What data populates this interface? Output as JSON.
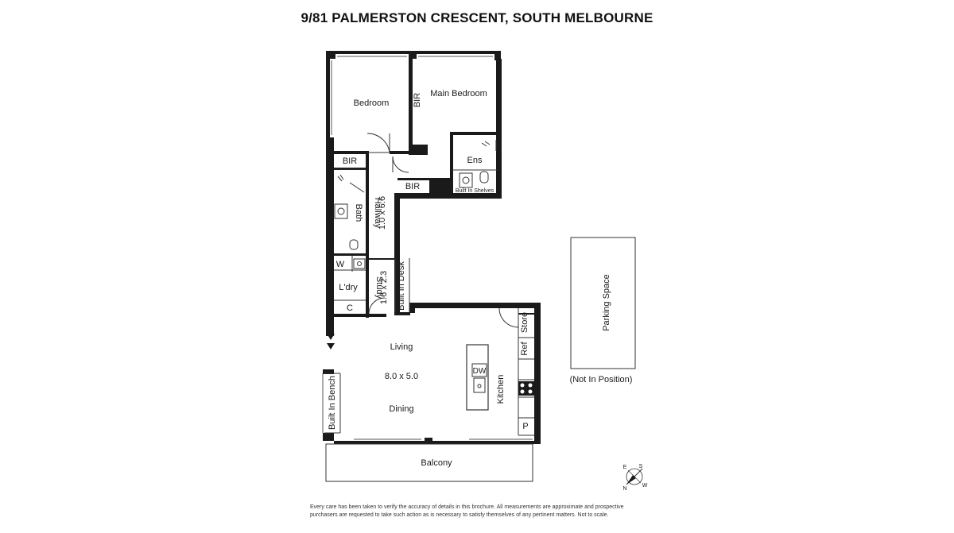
{
  "title": "9/81 PALMERSTON CRESCENT, SOUTH MELBOURNE",
  "rooms": {
    "bedroom": "Bedroom",
    "main_bedroom": "Main Bedroom",
    "bir_main": "BIR",
    "bir_bedroom": "BIR",
    "bir_hall": "BIR",
    "ens": "Ens",
    "built_in_shelves": "Built In Shelves",
    "bath": "Bath",
    "hallway": "Hallway",
    "hallway_dim": "1.0 x 6.6",
    "w": "W",
    "ldry": "L'dry",
    "c": "C",
    "study": "Study",
    "study_dim": "1.6 x 2.3",
    "built_in_desk": "Built In Desk",
    "store": "Store",
    "ref": "Ref",
    "living": "Living",
    "living_dim": "8.0 x 5.0",
    "dining": "Dining",
    "dw": "DW",
    "kitchen": "Kitchen",
    "p": "P",
    "built_in_bench": "Built In Bench",
    "balcony": "Balcony"
  },
  "parking": {
    "label": "Parking Space",
    "note": "(Not In Position)"
  },
  "compass": {
    "n": "N",
    "e": "E",
    "s": "S",
    "w": "W"
  },
  "disclaimer": {
    "line1": "Every care has been taken to verify the accuracy of details in this brochure. All measurements are approximate and prospective",
    "line2": "purchasers are requested to take such action as is necessary to satisfy themselves of any pertinent matters. Not to scale."
  },
  "colors": {
    "wall": "#1a1a1a",
    "line": "#333333",
    "background": "#ffffff"
  }
}
